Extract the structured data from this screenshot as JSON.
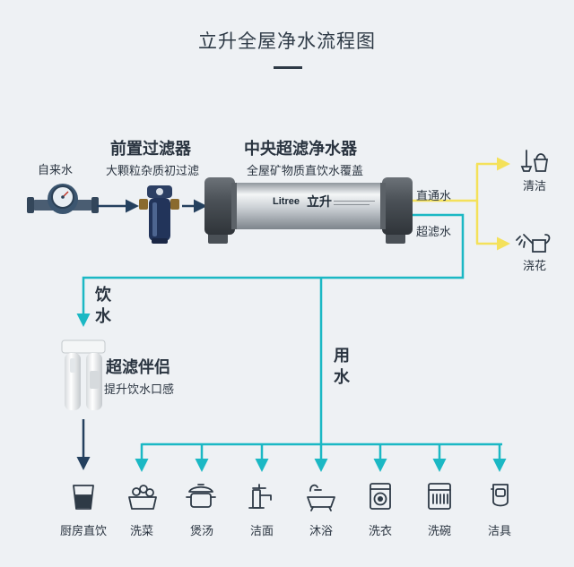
{
  "title": "立升全屋净水流程图",
  "tap_water": {
    "label": "自来水"
  },
  "prefilter": {
    "title": "前置过滤器",
    "subtitle": "大颗粒杂质初过滤"
  },
  "central_purifier": {
    "title": "中央超滤净水器",
    "subtitle": "全屋矿物质直饮水覆盖",
    "brand_text": "Litree",
    "brand_cn": "立升"
  },
  "outputs": {
    "direct_water": "直通水",
    "ultra_water": "超滤水"
  },
  "direct_uses": [
    {
      "label": "清洁",
      "icon": "cleaning-icon"
    },
    {
      "label": "浇花",
      "icon": "watering-can-icon"
    }
  ],
  "drinking": {
    "label": "饮水"
  },
  "companion": {
    "title": "超滤伴侣",
    "subtitle": "提升饮水口感"
  },
  "domestic": {
    "label": "用水"
  },
  "endpoints": [
    {
      "label": "厨房直饮",
      "icon": "drinking-glass-icon"
    },
    {
      "label": "洗菜",
      "icon": "vegetable-washing-icon"
    },
    {
      "label": "煲汤",
      "icon": "soup-pot-icon"
    },
    {
      "label": "洁面",
      "icon": "faucet-icon"
    },
    {
      "label": "沐浴",
      "icon": "bathtub-icon"
    },
    {
      "label": "洗衣",
      "icon": "washing-machine-icon"
    },
    {
      "label": "洗碗",
      "icon": "dishwasher-icon"
    },
    {
      "label": "洁具",
      "icon": "toilet-icon"
    }
  ],
  "colors": {
    "teal": "#1bb8c4",
    "yellow": "#f4e15a",
    "dark": "#24405e",
    "text": "#2a3440"
  }
}
